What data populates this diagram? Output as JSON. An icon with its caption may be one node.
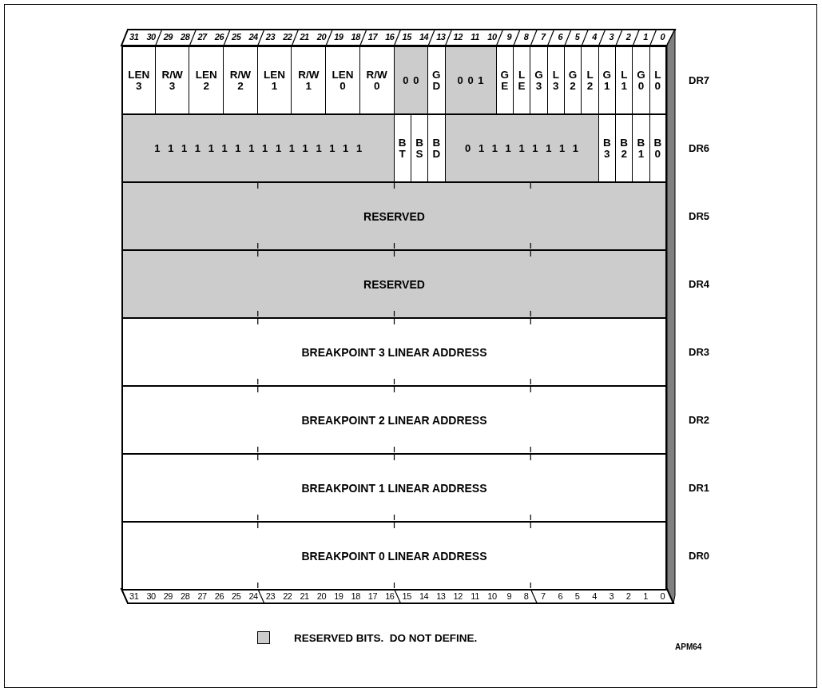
{
  "diagram": {
    "nodes": [
      {
        "text": [],
        "shape": "box",
        "beside": [
          "DR7"
        ]
      },
      {
        "text": [
          "LEN 3"
        ],
        "in": 0
      },
      {
        "text": [
          "R/W 3"
        ],
        "in": 0
      },
      {
        "text": [
          "LEN 2"
        ],
        "in": 0
      },
      {
        "text": [
          "R/W 2"
        ],
        "in": 0
      },
      {
        "text": [
          "LEN 1"
        ],
        "in": 0
      },
      {
        "text": [
          "R/W 1"
        ],
        "in": 0
      },
      {
        "text": [
          "LEN 0"
        ],
        "in": 0
      },
      {
        "text": [
          "R/W 0"
        ],
        "in": 0
      },
      {
        "text": [
          "0 0"
        ],
        "in": 0
      },
      {
        "text": [
          "G D"
        ],
        "in": 0
      },
      {
        "text": [
          "0 0 1"
        ],
        "in": 0
      },
      {
        "text": [
          "G E"
        ],
        "in": 0
      },
      {
        "text": [
          "L E"
        ],
        "in": 0
      },
      {
        "text": [
          "G 3"
        ],
        "in": 0
      },
      {
        "text": [
          "L 3"
        ],
        "in": 0
      },
      {
        "text": [
          "G 2"
        ],
        "in": 0
      },
      {
        "text": [
          "L 2"
        ],
        "in": 0
      },
      {
        "text": [
          "G 1"
        ],
        "in": 0
      },
      {
        "text": [
          "L 1"
        ],
        "in": 0
      },
      {
        "text": [
          "G 0"
        ],
        "in": 0
      },
      {
        "text": [
          "L 0"
        ],
        "in": 0
      },
      {
        "text": [],
        "shape": "box",
        "beside": [
          "DR6"
        ]
      },
      {
        "text": [
          "1 1 1 1 1 1 1 1 1 1 1 1 1 1 1 1"
        ],
        "in": 22
      },
      {
        "text": [
          "B T"
        ],
        "in": 22
      },
      {
        "text": [
          "B S"
        ],
        "in": 22
      },
      {
        "text": [
          "B D"
        ],
        "in": 22
      },
      {
        "text": [
          "0 1 1 1 1 1 1 1 1"
        ],
        "in": 22
      },
      {
        "text": [
          "B 3"
        ],
        "in": 22
      },
      {
        "text": [
          "B 2"
        ],
        "in": 22
      },
      {
        "text": [
          "B 1"
        ],
        "in": 22
      },
      {
        "text": [
          "B 0"
        ],
        "in": 22
      },
      {
        "text": [
          "RESERVED"
        ],
        "beside": [
          "DR5"
        ]
      },
      {
        "text": [
          "RESERVED"
        ],
        "beside": [
          "DR4"
        ]
      },
      {
        "text": [
          "BREAKPOINT 3 LINEAR ADDRESS"
        ],
        "beside": [
          "DR3"
        ]
      },
      {
        "text": [
          "BREAKPOINT 2 LINEAR ADDRESS"
        ],
        "beside": [
          "DR2"
        ]
      },
      {
        "text": [
          "BREAKPOINT 1 LINEAR ADDRESS"
        ],
        "beside": [
          "DR1"
        ]
      },
      {
        "text": [
          "BREAKPOINT 0 LINEAR ADDRESS"
        ],
        "beside": [
          "DR0"
        ]
      }
    ],
    "labels": [
      "31",
      "30",
      "29",
      "28",
      "27",
      "26",
      "25",
      "24",
      "23",
      "22",
      "21",
      "20",
      "19",
      "18",
      "17",
      "16",
      "15",
      "14",
      "13",
      "12",
      "11",
      "10",
      "9",
      "8",
      "7",
      "6",
      "5",
      "4",
      "3",
      "2",
      "1",
      "0",
      "31",
      "30",
      "29",
      "28",
      "27",
      "26",
      "25",
      "24",
      "23",
      "22",
      "21",
      "20",
      "19",
      "18",
      "17",
      "16",
      "15",
      "14",
      "13",
      "12",
      "11",
      "10",
      "9",
      "8",
      "7",
      "6",
      "5",
      "4",
      "3",
      "2",
      "1",
      "0",
      "APM64"
    ],
    "legend": [
      {
        "text": "RESERVED BITS.  DO NOT DEFINE.",
        "color": "#cccccc"
      }
    ]
  }
}
